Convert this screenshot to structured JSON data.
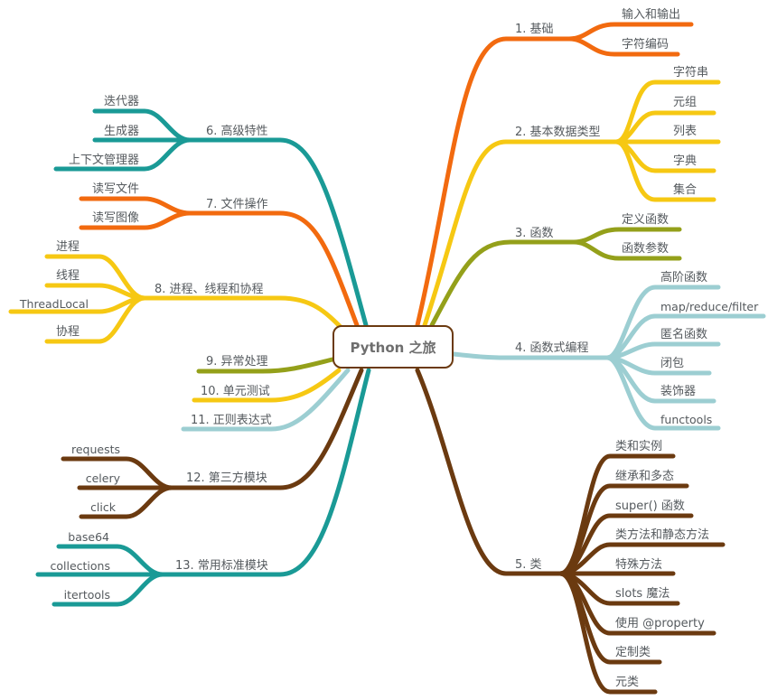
{
  "center": {
    "title": "Python 之旅",
    "border_color": "#6B3A10"
  },
  "colors": {
    "orange": "#F26A0F",
    "yellow": "#F6C813",
    "olive": "#94A01A",
    "light_teal": "#9CCED2",
    "brown": "#6B3A10",
    "teal": "#1A9A96"
  },
  "right_branches": [
    {
      "label": "1. 基础",
      "color": "#F26A0F",
      "children": [
        "输入和输出",
        "字符编码"
      ]
    },
    {
      "label": "2. 基本数据类型",
      "color": "#F6C813",
      "children": [
        "字符串",
        "元组",
        "列表",
        "字典",
        "集合"
      ]
    },
    {
      "label": "3. 函数",
      "color": "#94A01A",
      "children": [
        "定义函数",
        "函数参数"
      ]
    },
    {
      "label": "4. 函数式编程",
      "color": "#9CCED2",
      "children": [
        "高阶函数",
        "map/reduce/filter",
        "匿名函数",
        "闭包",
        "装饰器",
        "functools"
      ]
    },
    {
      "label": "5. 类",
      "color": "#6B3A10",
      "children": [
        "类和实例",
        "继承和多态",
        "super() 函数",
        "类方法和静态方法",
        "特殊方法",
        "slots 魔法",
        "使用 @property",
        "定制类",
        "元类"
      ]
    }
  ],
  "left_branches": [
    {
      "label": "6. 高级特性",
      "color": "#1A9A96",
      "children": [
        "迭代器",
        "生成器",
        "上下文管理器"
      ]
    },
    {
      "label": "7. 文件操作",
      "color": "#F26A0F",
      "children": [
        "读写文件",
        "读写图像"
      ]
    },
    {
      "label": "8. 进程、线程和协程",
      "color": "#F6C813",
      "children": [
        "进程",
        "线程",
        "ThreadLocal",
        "协程"
      ]
    },
    {
      "label": "9. 异常处理",
      "color": "#94A01A",
      "children": []
    },
    {
      "label": "10. 单元测试",
      "color": "#F6C813",
      "children": []
    },
    {
      "label": "11. 正则表达式",
      "color": "#9CCED2",
      "children": []
    },
    {
      "label": "12. 第三方模块",
      "color": "#6B3A10",
      "children": [
        "requests",
        "celery",
        "click"
      ]
    },
    {
      "label": "13. 常用标准模块",
      "color": "#1A9A96",
      "children": [
        "base64",
        "collections",
        "itertools"
      ]
    }
  ]
}
